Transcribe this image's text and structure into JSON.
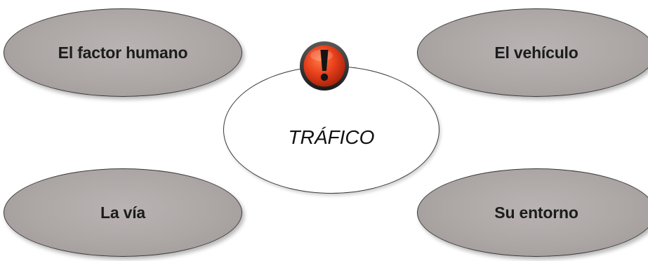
{
  "diagram": {
    "center": {
      "label": "TRÁFICO",
      "icon": "exclamation-warning-icon"
    },
    "nodes": [
      {
        "id": "top-left",
        "label": "El factor humano"
      },
      {
        "id": "top-right",
        "label": "El vehículo"
      },
      {
        "id": "bottom-left",
        "label": "La vía"
      },
      {
        "id": "bottom-right",
        "label": "Su entorno"
      }
    ]
  },
  "colors": {
    "node_fill": "#aca6a5",
    "node_border": "#3a3a3a",
    "center_fill": "#ffffff",
    "warning_red": "#e8401c"
  }
}
